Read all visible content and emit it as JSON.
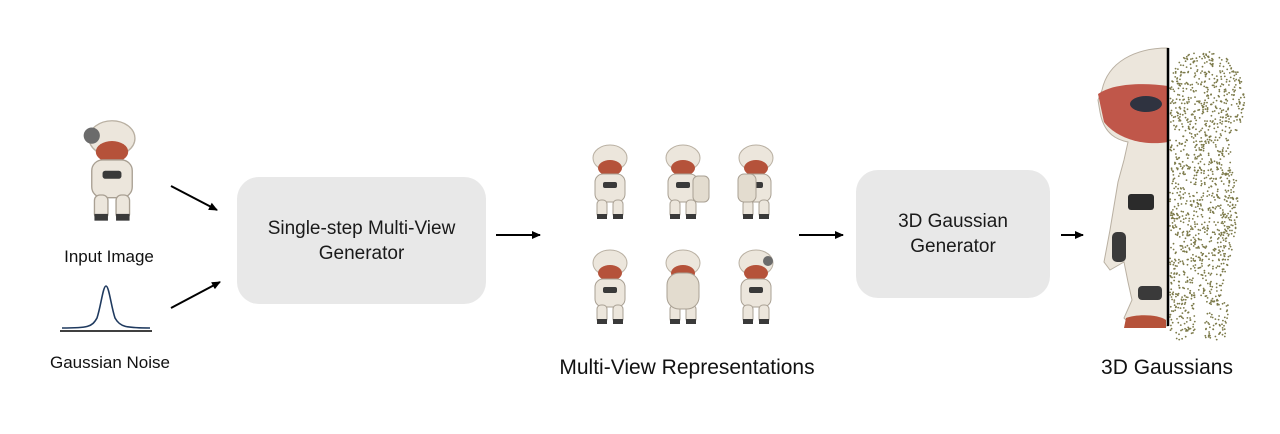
{
  "inputs": {
    "image_label": "Input Image",
    "noise_label": "Gaussian Noise"
  },
  "generator_box": {
    "line1": "Single-step Multi-View",
    "line2": "Generator"
  },
  "multiview": {
    "label": "Multi-View Representations"
  },
  "gaussian_box": {
    "line1": "3D Gaussian",
    "line2": "Generator"
  },
  "output": {
    "label": "3D Gaussians"
  },
  "colors": {
    "box_fill": "#e8e8e8",
    "arrow": "#000000",
    "curve": "#1f3a5f",
    "suit": "#ece6dc",
    "skin": "#b5523a",
    "points": "#7c7a4a"
  }
}
